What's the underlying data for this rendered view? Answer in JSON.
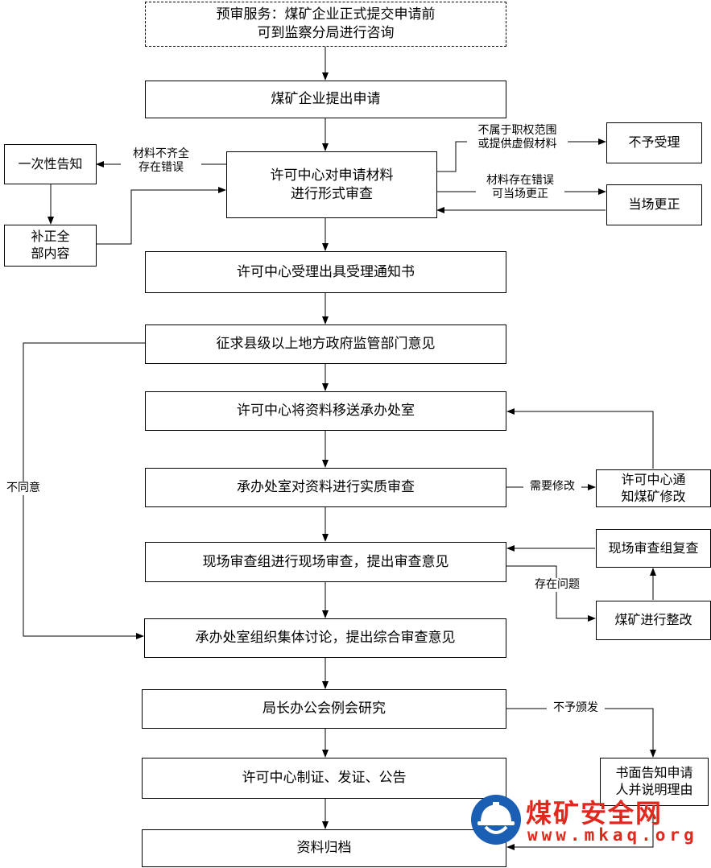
{
  "nodes": {
    "pre_review": {
      "line1": "预审服务：煤矿企业正式提交申请前",
      "line2": "可到监察分局进行咨询"
    },
    "submit": "煤矿企业提出申请",
    "formal_review": {
      "line1": "许可中心对申请材料",
      "line2": "进行形式审查"
    },
    "one_time_notice": "一次性告知",
    "supplement": {
      "line1": "补正全",
      "line2": "部内容"
    },
    "not_accepted": "不予受理",
    "correct_on_site": "当场更正",
    "accept_notice": "许可中心受理出具受理通知书",
    "solicit_opinion": "征求县级以上地方政府监管部门意见",
    "transfer": "许可中心将资料移送承办处室",
    "substantive_review": "承办处室对资料进行实质审查",
    "notify_modify": {
      "line1": "许可中心通",
      "line2": "知煤矿修改"
    },
    "site_review": "现场审查组进行现场审查，提出审查意见",
    "site_recheck": "现场审查组复查",
    "rectify": "煤矿进行整改",
    "group_discussion": "承办处室组织集体讨论，提出综合审查意见",
    "director_meeting": "局长办公会例会研究",
    "issue_certificate": "许可中心制证、发证、公告",
    "written_notice": {
      "line1": "书面告知申请",
      "line2": "人并说明理由"
    },
    "archive": "资料归档"
  },
  "edge_labels": {
    "incomplete": {
      "line1": "材料不齐全",
      "line2": "存在错误"
    },
    "out_of_scope": {
      "line1": "不属于职权范围",
      "line2": "或提供虚假材料"
    },
    "correctable": {
      "line1": "材料存在错误",
      "line2": "可当场更正"
    },
    "disagree": "不同意",
    "need_modify": "需要修改",
    "has_problem": "存在问题",
    "not_issue": "不予颁发"
  },
  "watermark": {
    "brand": "煤矿安全网",
    "url": "www.mkaq.org",
    "colors": {
      "red": "#e0281c",
      "blue": "#1a5fb4"
    }
  }
}
